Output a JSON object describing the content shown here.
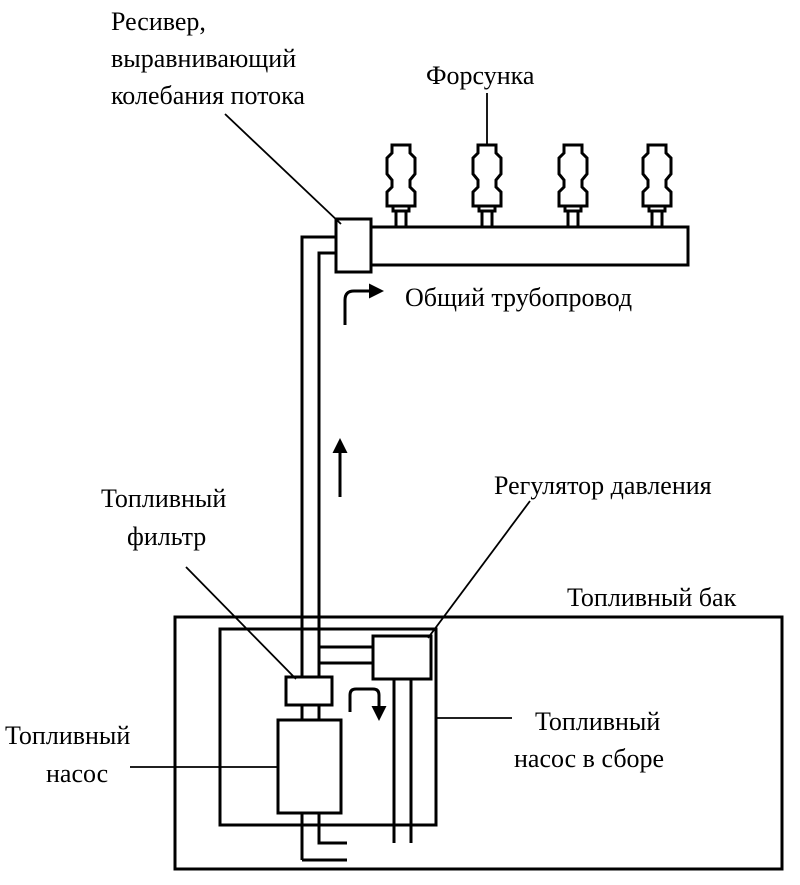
{
  "labels": {
    "receiver_line1": "Ресивер,",
    "receiver_line2": "выравнивающий",
    "receiver_line3": "колебания потока",
    "injector": "Форсунка",
    "common_rail": "Общий трубопровод",
    "pressure_regulator": "Регулятор давления",
    "fuel_filter_line1": "Топливный",
    "fuel_filter_line2": "фильтр",
    "fuel_tank": "Топливный бак",
    "fuel_pump_line1": "Топливный",
    "fuel_pump_line2": "насос",
    "pump_assembly_line1": "Топливный",
    "pump_assembly_line2": "насос в сборе"
  },
  "colors": {
    "stroke": "#000000",
    "background": "#ffffff"
  },
  "injector_count": 4
}
